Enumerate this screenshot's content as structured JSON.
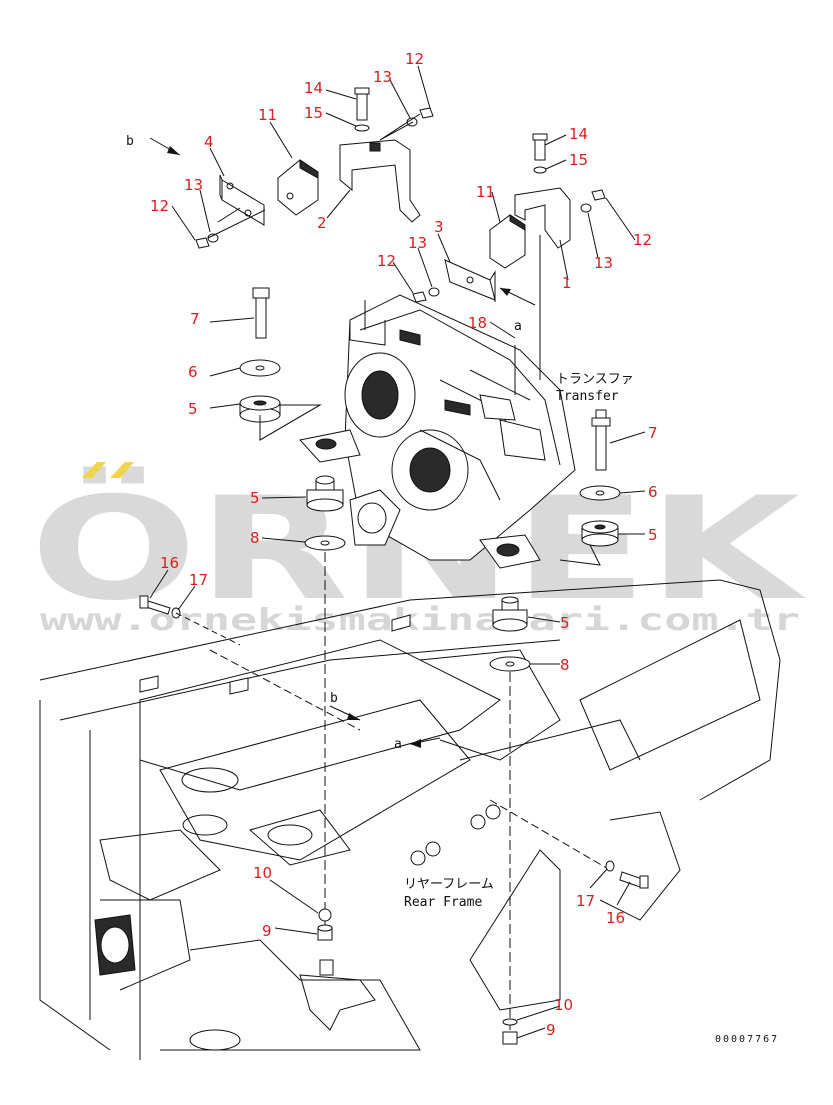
{
  "watermark": {
    "brand": "ÖRNEK",
    "url": "www.ornekismakinalari.com.tr",
    "dots_color": "#f0d44c"
  },
  "labels": {
    "transfer_jp": "トランスファ",
    "transfer_en": "Transfer",
    "rear_frame_jp": "リヤーフレーム",
    "rear_frame_en": "Rear Frame",
    "view_a": "a",
    "view_b": "b",
    "drawing_code": "00007767"
  },
  "callouts": [
    {
      "id": "c12a",
      "text": "12"
    },
    {
      "id": "c13a",
      "text": "13"
    },
    {
      "id": "c14a",
      "text": "14"
    },
    {
      "id": "c15a",
      "text": "15"
    },
    {
      "id": "c11a",
      "text": "11"
    },
    {
      "id": "c4",
      "text": "4"
    },
    {
      "id": "c13b",
      "text": "13"
    },
    {
      "id": "c12b",
      "text": "12"
    },
    {
      "id": "c2",
      "text": "2"
    },
    {
      "id": "c14b",
      "text": "14"
    },
    {
      "id": "c15b",
      "text": "15"
    },
    {
      "id": "c11b",
      "text": "11"
    },
    {
      "id": "c3",
      "text": "3"
    },
    {
      "id": "c13c",
      "text": "13"
    },
    {
      "id": "c12c",
      "text": "12"
    },
    {
      "id": "c12d",
      "text": "12"
    },
    {
      "id": "c13d",
      "text": "13"
    },
    {
      "id": "c1",
      "text": "1"
    },
    {
      "id": "c7a",
      "text": "7"
    },
    {
      "id": "c18",
      "text": "18"
    },
    {
      "id": "c6a",
      "text": "6"
    },
    {
      "id": "c5a",
      "text": "5"
    },
    {
      "id": "c7b",
      "text": "7"
    },
    {
      "id": "c5b",
      "text": "5"
    },
    {
      "id": "c6b",
      "text": "6"
    },
    {
      "id": "c8a",
      "text": "8"
    },
    {
      "id": "c5c",
      "text": "5"
    },
    {
      "id": "c16a",
      "text": "16"
    },
    {
      "id": "c17a",
      "text": "17"
    },
    {
      "id": "c5d",
      "text": "5"
    },
    {
      "id": "c8b",
      "text": "8"
    },
    {
      "id": "c10a",
      "text": "10"
    },
    {
      "id": "c9a",
      "text": "9"
    },
    {
      "id": "c17b",
      "text": "17"
    },
    {
      "id": "c16b",
      "text": "16"
    },
    {
      "id": "c10b",
      "text": "10"
    },
    {
      "id": "c9b",
      "text": "9"
    }
  ]
}
